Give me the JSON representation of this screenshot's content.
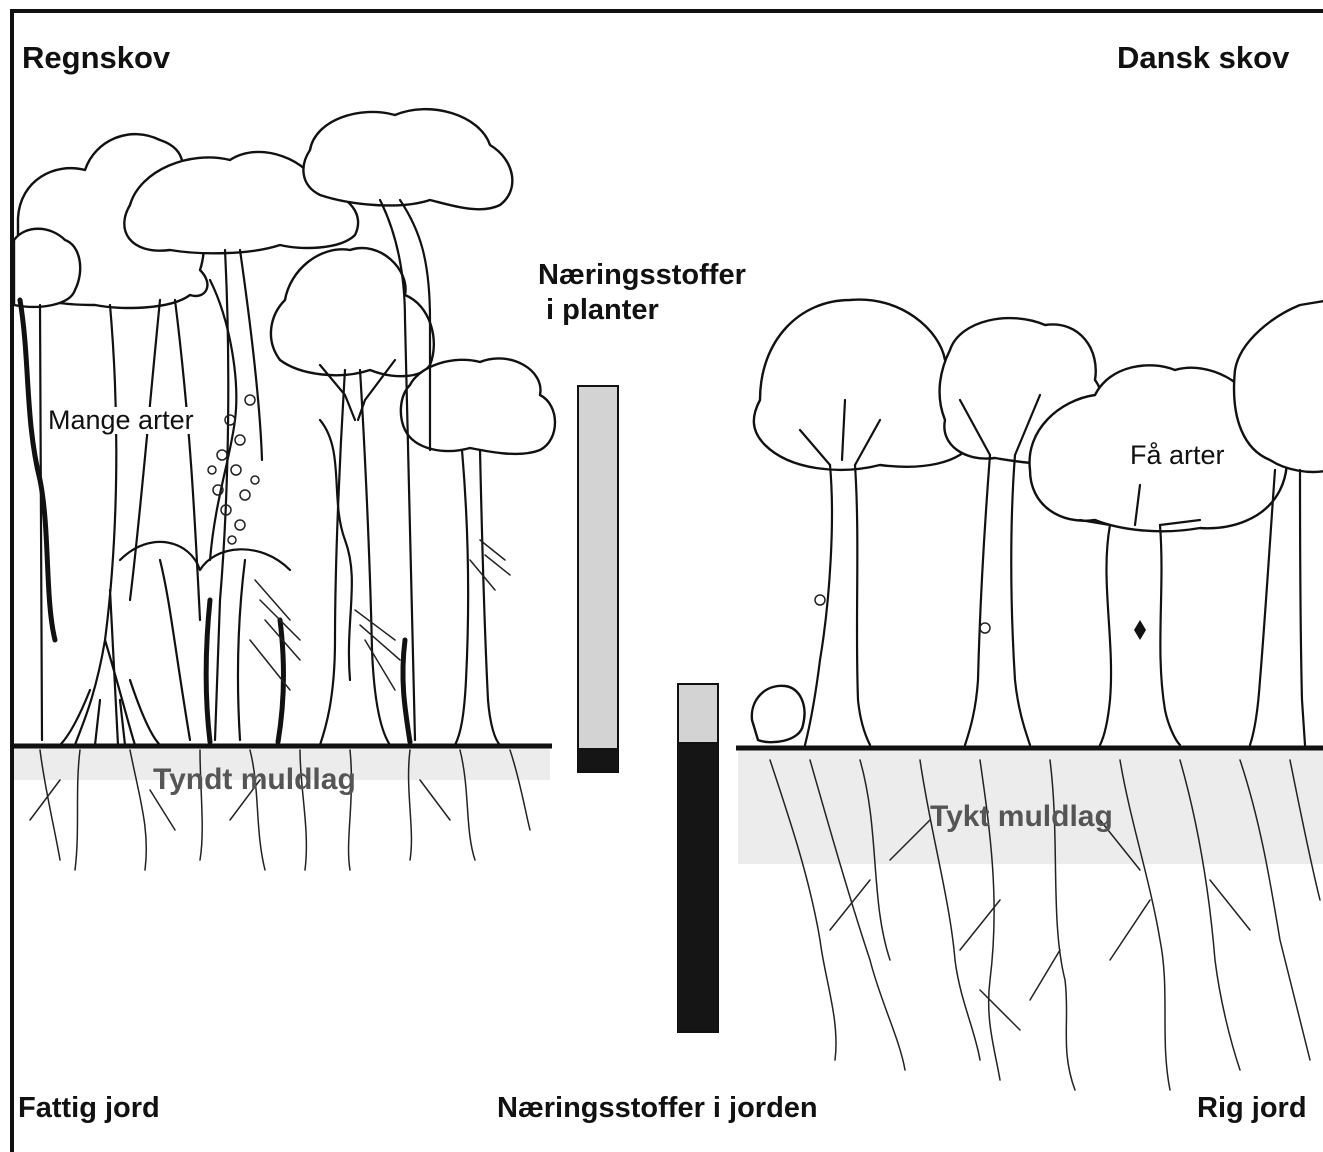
{
  "labels": {
    "rainforest_title": "Regnskov",
    "danish_forest_title": "Dansk skov",
    "nutrients_in_plants_line1": "Næringsstoffer",
    "nutrients_in_plants_line2": "i planter",
    "many_species": "Mange arter",
    "few_species": "Få arter",
    "thin_humus_layer": "Tyndt muldlag",
    "thick_humus_layer": "Tykt muldlag",
    "poor_soil": "Fattig jord",
    "nutrients_in_soil": "Næringsstoffer i jorden",
    "rich_soil": "Rig jord"
  },
  "nutrient_bars": {
    "rainforest": {
      "in_plants_fraction": 0.94,
      "in_soil_fraction": 0.06
    },
    "danish_forest": {
      "in_plants_fraction": 0.17,
      "in_soil_fraction": 0.83
    }
  },
  "colors": {
    "plants_fill": "#d3d3d3",
    "soil_fill": "#151515",
    "humus_band": "#ececec",
    "ink": "#111111"
  }
}
